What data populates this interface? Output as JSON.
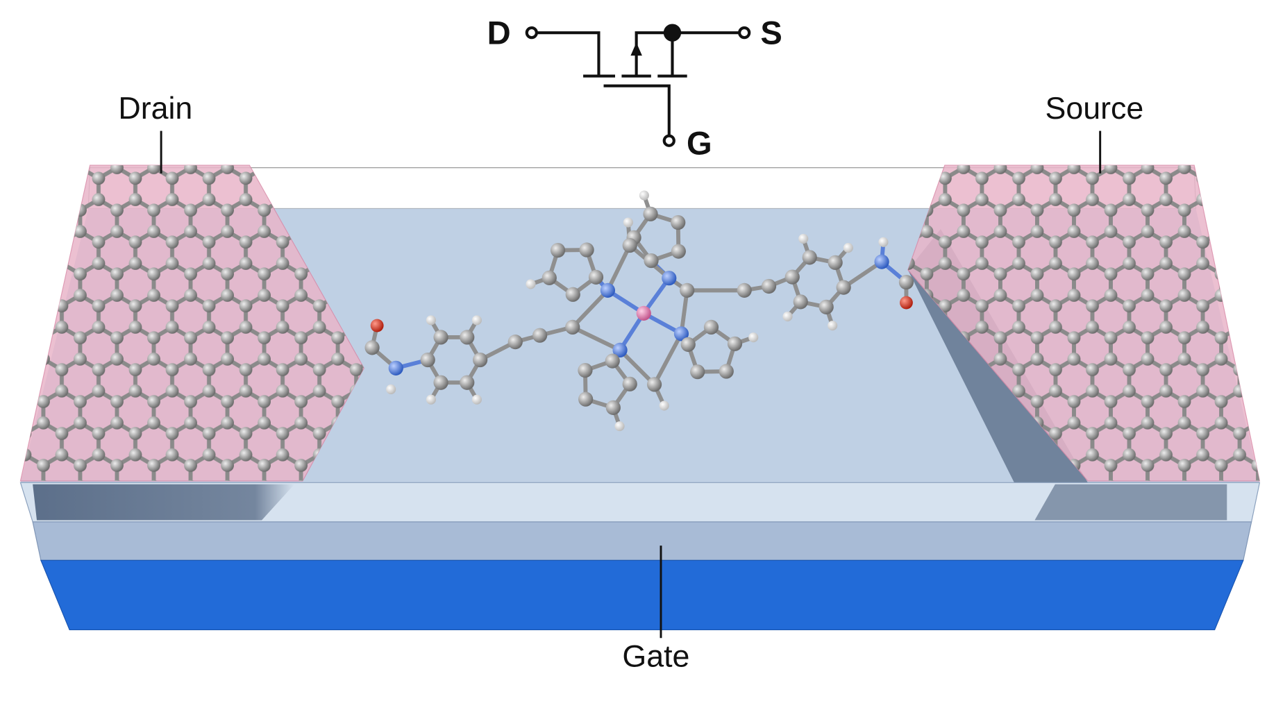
{
  "circuit": {
    "drain_terminal": "D",
    "source_terminal": "S",
    "gate_terminal": "G"
  },
  "labels": {
    "drain": "Drain",
    "source": "Source",
    "gate": "Gate"
  },
  "colors": {
    "graphene": "#e9b6ca",
    "substrate_top": "#bfd0e4",
    "oxide_light": "#d6e2ef",
    "oxide_dark": "#a8bbd6",
    "gate": "#226bd8",
    "carbon": "#9a9a9a",
    "nitrogen": "#4a78d8",
    "oxygen": "#d23a2a",
    "metal": "#d97aa8",
    "hydrogen": "#f2f2f2"
  }
}
